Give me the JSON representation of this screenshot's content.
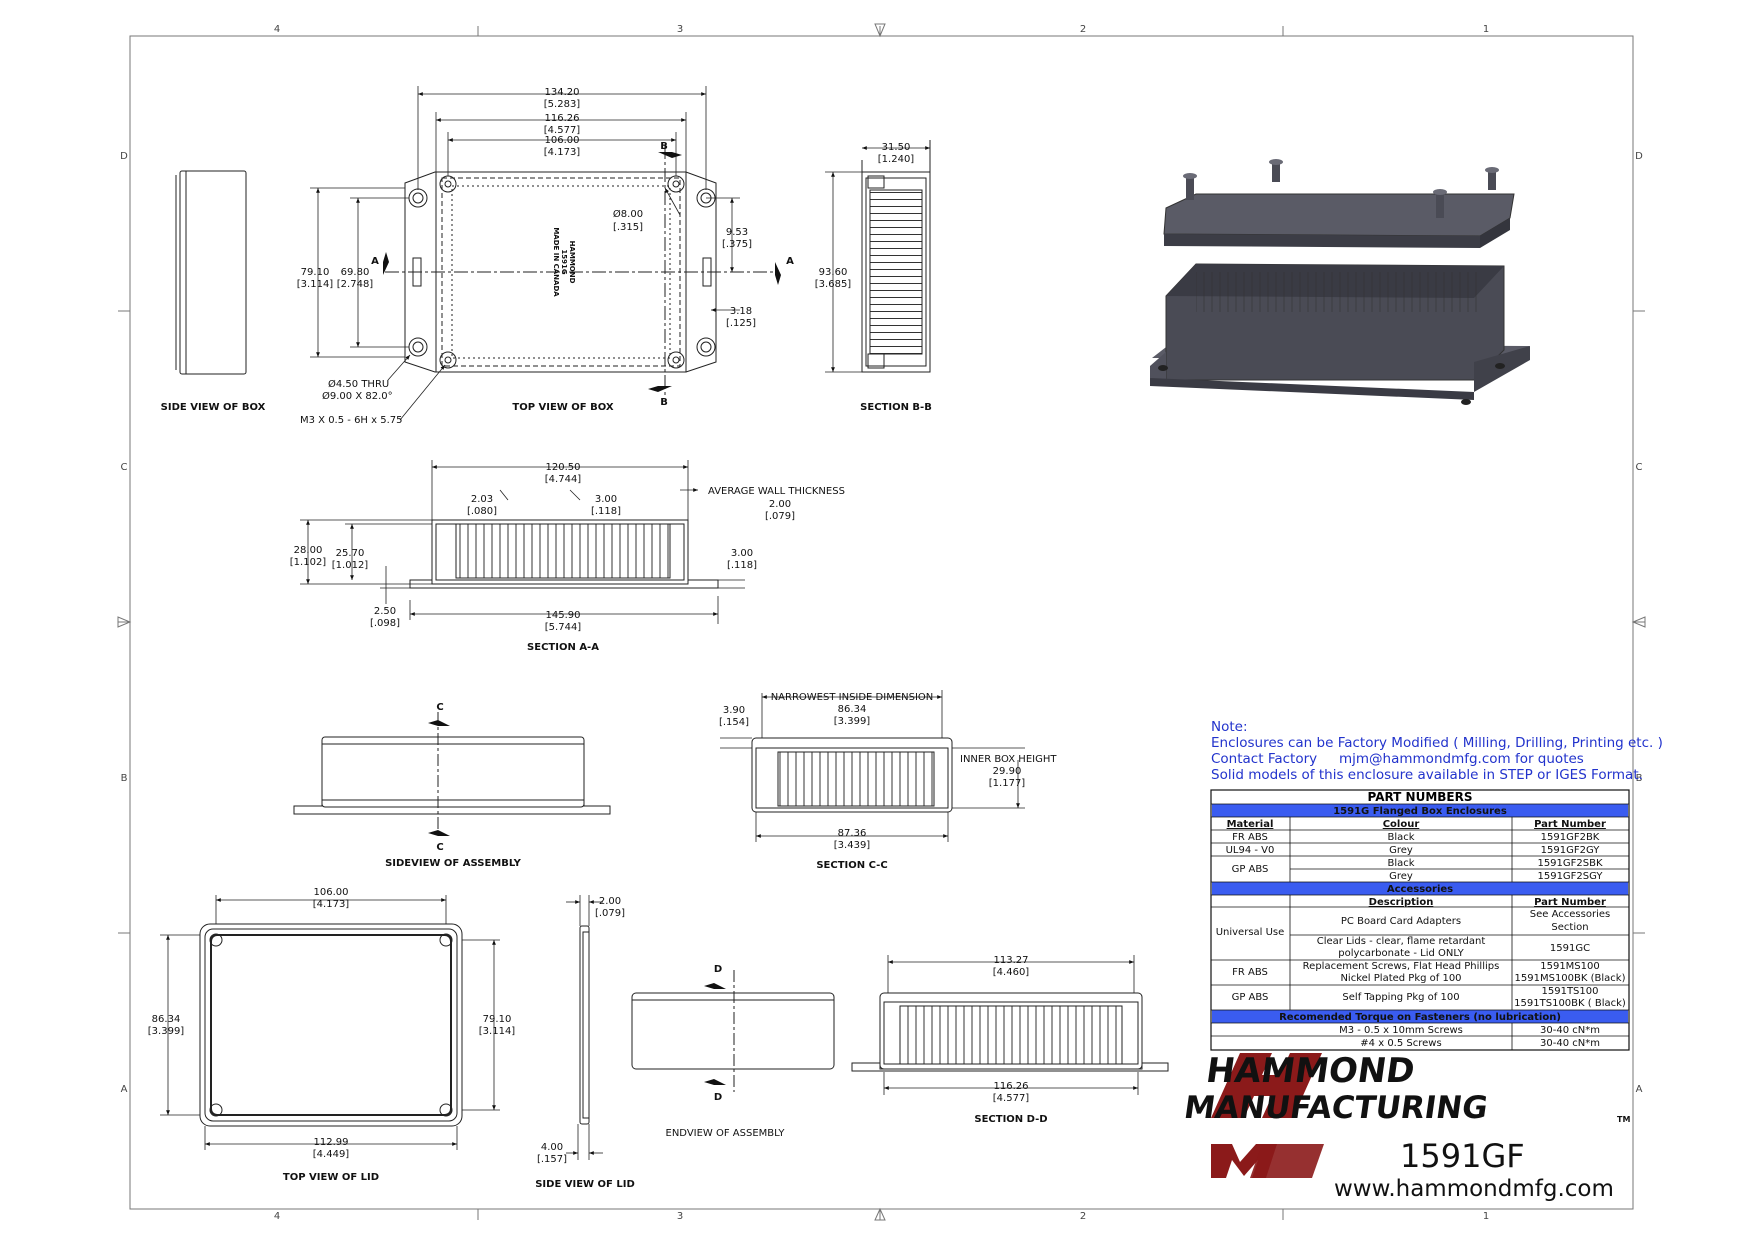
{
  "zones": {
    "cols": [
      "4",
      "3",
      "2",
      "1"
    ],
    "rows": [
      "D",
      "C",
      "B",
      "A"
    ]
  },
  "titles": {
    "side_view_box": "SIDE VIEW OF BOX",
    "top_view_box": "TOP VIEW OF BOX",
    "section_bb": "SECTION  B-B",
    "section_aa": "SECTION  A-A",
    "sideview_assembly": "SIDEVIEW OF ASSEMBLY",
    "section_cc": "SECTION  C-C",
    "top_view_lid": "TOP VIEW OF LID",
    "side_view_lid": "SIDE VIEW OF LID",
    "endview_assembly": "ENDVIEW OF ASSEMBLY",
    "section_dd": "SECTION  D-D"
  },
  "dims": {
    "tv_134": "134.20",
    "tv_134_in": "[5.283]",
    "tv_116": "116.26",
    "tv_116_in": "[4.577]",
    "tv_106": "106.00",
    "tv_106_in": "[4.173]",
    "tv_79": "79.10",
    "tv_79_in": "[3.114]",
    "tv_69": "69.80",
    "tv_69_in": "[2.748]",
    "tv_hole": "Ø8.00",
    "tv_hole_in": "[.315]",
    "tv_953": "9.53",
    "tv_953_in": "[.375]",
    "tv_318": "3.18",
    "tv_318_in": "[.125]",
    "tv_thru": "Ø4.50 THRU",
    "tv_csk": "Ø9.00 X 82.0°",
    "tv_m3": "M3 X 0.5 - 6H x 5.75",
    "tv_made1": "HAMMOND",
    "tv_made2": "1591G",
    "tv_made3": "MADE IN CANADA",
    "bb_3150": "31.50",
    "bb_3150_in": "[1.240]",
    "bb_9360": "93.60",
    "bb_9360_in": "[3.685]",
    "aa_12050": "120.50",
    "aa_12050_in": "[4.744]",
    "aa_203": "2.03",
    "aa_203_in": "[.080]",
    "aa_300a": "3.00",
    "aa_300a_in": "[.118]",
    "aa_wall": "AVERAGE WALL THICKNESS",
    "aa_200": "2.00",
    "aa_200_in": "[.079]",
    "aa_2800": "28.00",
    "aa_2800_in": "[1.102]",
    "aa_2570": "25.70",
    "aa_2570_in": "[1.012]",
    "aa_300b": "3.00",
    "aa_300b_in": "[.118]",
    "aa_250": "2.50",
    "aa_250_in": "[.098]",
    "aa_14590": "145.90",
    "aa_14590_in": "[5.744]",
    "cc_narrow": "NARROWEST INSIDE DIMENSION",
    "cc_8634": "86.34",
    "cc_8634_in": "[3.399]",
    "cc_390": "3.90",
    "cc_390_in": "[.154]",
    "cc_inner": "INNER BOX HEIGHT",
    "cc_2990": "29.90",
    "cc_2990_in": "[1.177]",
    "cc_8736": "87.36",
    "cc_8736_in": "[3.439]",
    "lid_106": "106.00",
    "lid_106_in": "[4.173]",
    "lid_8634": "86.34",
    "lid_8634_in": "[3.399]",
    "lid_7910": "79.10",
    "lid_7910_in": "[3.114]",
    "lid_11299": "112.99",
    "lid_11299_in": "[4.449]",
    "slid_200": "2.00",
    "slid_200_in": "[.079]",
    "slid_400": "4.00",
    "slid_400_in": "[.157]",
    "dd_11327": "113.27",
    "dd_11327_in": "[4.460]",
    "dd_11626": "116.26",
    "dd_11626_in": "[4.577]"
  },
  "markers": {
    "a": "A",
    "b": "B",
    "c": "C",
    "d": "D"
  },
  "note": {
    "label": "Note:",
    "line1": "Enclosures can be Factory Modified ( Milling, Drilling, Printing etc. )",
    "line2a": "Contact Factory",
    "line2b": "mjm@hammondmfg.com for quotes",
    "line3": "Solid models of this enclosure available in STEP or IGES Format."
  },
  "parts_table": {
    "title": "PART NUMBERS",
    "band1": "1591G Flanged Box Enclosures",
    "headers": {
      "material": "Material",
      "colour": "Colour",
      "part": "Part Number"
    },
    "rows": [
      {
        "material": "FR ABS",
        "colour": "Black",
        "part": "1591GF2BK"
      },
      {
        "material": "UL94 - V0",
        "colour": "Grey",
        "part": "1591GF2GY"
      },
      {
        "material": "GP ABS",
        "colour": "Black",
        "part": "1591GF2SBK"
      },
      {
        "material": "",
        "colour": "Grey",
        "part": "1591GF2SGY"
      }
    ],
    "band2": "Accessories",
    "acc_headers": {
      "description": "Description",
      "part": "Part Number"
    },
    "acc_rows": [
      {
        "material": "Universal Use",
        "desc1": "PC Board Card Adapters",
        "desc2": "",
        "part1": "See Accessories",
        "part2": "Section"
      },
      {
        "material": "",
        "desc1": "Clear Lids - clear, flame retardant",
        "desc2": "polycarbonate - Lid ONLY",
        "part1": "1591GC",
        "part2": ""
      },
      {
        "material": "FR ABS",
        "desc1": "Replacement Screws, Flat Head Phillips",
        "desc2": "Nickel Plated Pkg of 100",
        "part1": "1591MS100",
        "part2": "1591MS100BK (Black)"
      },
      {
        "material": "GP ABS",
        "desc1": "Self Tapping Pkg of 100",
        "desc2": "",
        "part1": "1591TS100",
        "part2": "1591TS100BK ( Black)"
      }
    ],
    "band3": "Recomended Torque on Fasteners (no lubrication)",
    "torque": [
      {
        "desc": "M3 - 0.5 x 10mm Screws",
        "value": "30-40 cN*m"
      },
      {
        "desc": "#4 x 0.5 Screws",
        "value": "30-40 cN*m"
      }
    ]
  },
  "brand": {
    "line1": "HAMMOND",
    "line2": "MANUFACTURING",
    "tm": "TM",
    "model": "1591GF",
    "url": "www.hammondmfg.com"
  },
  "colors": {
    "line": "#222222",
    "note_blue": "#2233cc",
    "band_blue": "#3a5cf0",
    "logo_red": "#8b1a1a",
    "render_grey": "#4a4b55"
  }
}
